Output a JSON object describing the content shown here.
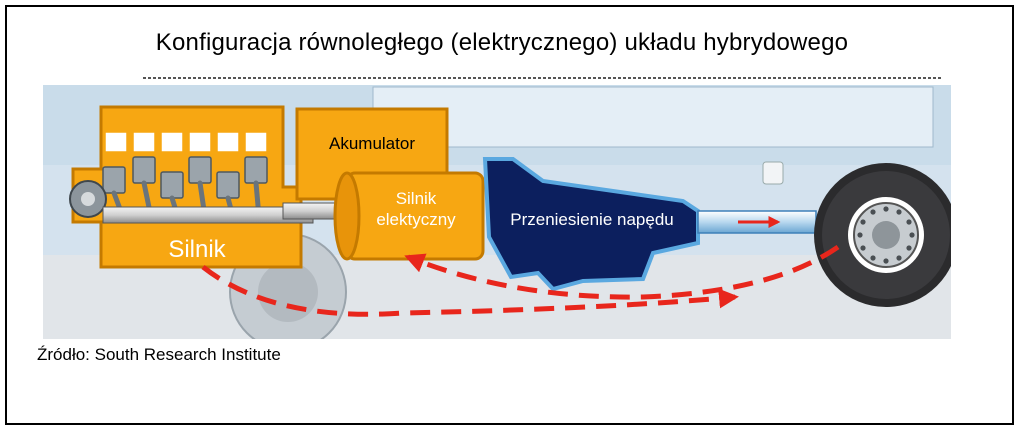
{
  "title": "Konfiguracja równoległego (elektrycznego) układu hybrydowego",
  "components": {
    "engine_label": "Silnik",
    "battery_label": "Akumulator",
    "motor_label_line1": "Silnik",
    "motor_label_line2": "elektyczny",
    "transmission_label": "Przeniesienie napędu"
  },
  "source": "Źródło: South Research Institute",
  "colors": {
    "component_orange": "#f7a712",
    "component_outline": "#c47a00",
    "transmission_navy": "#0c1f5e",
    "transmission_outline": "#5aa8e0",
    "flow_arrow": "#e8261c",
    "chassis_blue": "#c9dcea",
    "road_grey": "#e1e5e9"
  }
}
